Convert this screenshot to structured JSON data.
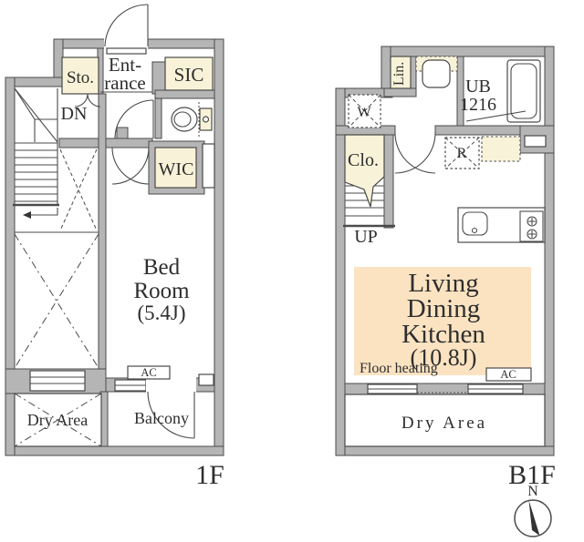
{
  "f1": {
    "floor": "1F",
    "sto": "Sto.",
    "ent1": "Ent-",
    "ent2": "rance",
    "sic": "SIC",
    "dn": "DN",
    "wic": "WIC",
    "bed1": "Bed",
    "bed2": "Room",
    "bed3": "(5.4J)",
    "ac": "AC",
    "dry": "Dry Area",
    "balcony": "Balcony"
  },
  "b1f": {
    "floor": "B1F",
    "lin": "Lin.",
    "ub1": "UB",
    "ub2": "1216",
    "w": "W",
    "clo": "Clo.",
    "r": "R",
    "up": "UP",
    "ldk1": "Living",
    "ldk2": "Dining",
    "ldk3": "Kitchen",
    "ldk4": "(10.8J)",
    "heating": "Floor heating",
    "ac": "AC",
    "dry": "Dry Area"
  },
  "compass": {
    "north": "N"
  },
  "colors": {
    "wall_gray": "#b5b5b5",
    "room_cream": "#f8f3d8",
    "ldk_peach": "#fbe3c2",
    "line_dark": "#4a4a4a",
    "text_dark": "#2e2e2e"
  }
}
